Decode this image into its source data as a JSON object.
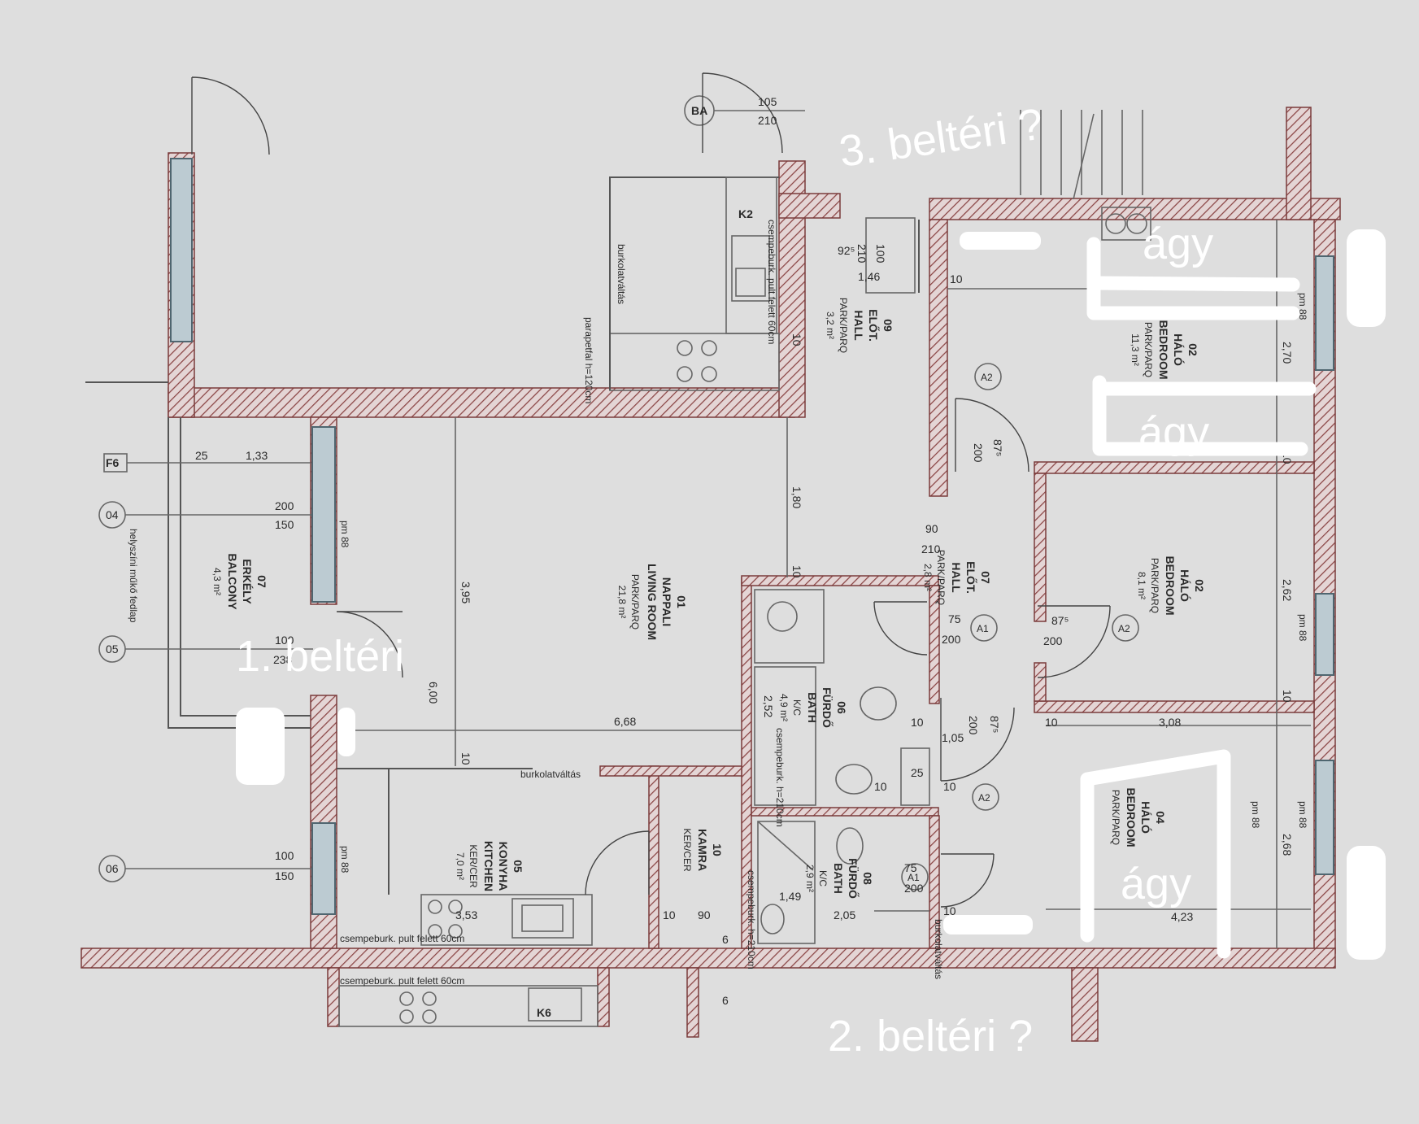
{
  "rooms": [
    {
      "num": "01",
      "name": "NAPPALI",
      "en": "LIVING ROOM",
      "floor": "PARK/PARQ",
      "area": "21,8 m²"
    },
    {
      "num": "02",
      "name": "HÁLÓ",
      "en": "BEDROOM",
      "floor": "PARK/PARQ",
      "area": "11,3 m²"
    },
    {
      "num": "02",
      "name": "HÁLÓ",
      "en": "BEDROOM",
      "floor": "PARK/PARQ",
      "area": "8,1 m²"
    },
    {
      "num": "04",
      "name": "HÁLÓ",
      "en": "BEDROOM",
      "floor": "PARK/PARQ",
      "area": ""
    },
    {
      "num": "05",
      "name": "KONYHA",
      "en": "KITCHEN",
      "floor": "KER/CER",
      "area": "7,0 m²"
    },
    {
      "num": "06",
      "name": "FÜRDŐ",
      "en": "BATH",
      "floor": "K/C",
      "area": "4,9 m²"
    },
    {
      "num": "07",
      "name": "ERKÉLY",
      "en": "BALCONY",
      "floor": "",
      "area": "4,3 m²"
    },
    {
      "num": "07",
      "name": "ELŐT.",
      "en": "HALL",
      "floor": "PARK/PARQ",
      "area": "2,8 m²"
    },
    {
      "num": "08",
      "name": "FÜRDŐ",
      "en": "BATH",
      "floor": "K/C",
      "area": "2,9 m²"
    },
    {
      "num": "09",
      "name": "ELŐT.",
      "en": "HALL",
      "floor": "PARK/PARQ",
      "area": "3,2 m²"
    },
    {
      "num": "10",
      "name": "KAMRA",
      "en": "",
      "floor": "KER/CER",
      "area": ""
    }
  ],
  "dimensions": [
    "105",
    "210",
    "100",
    "210",
    "92⁵",
    "1,46",
    "4,23",
    "2,70",
    "10",
    "10",
    "200",
    "87⁵",
    "1,80",
    "90",
    "210",
    "75",
    "200",
    "87⁵",
    "200",
    "2,62",
    "10",
    "1,33",
    "25",
    "200",
    "150",
    "100",
    "238",
    "3,95",
    "6,00",
    "6,68",
    "2,52",
    "10",
    "1,05",
    "200",
    "87⁵",
    "10",
    "3,08",
    "2,68",
    "4,23",
    "25",
    "10",
    "10",
    "3,53",
    "10",
    "90",
    "1,49",
    "2,05",
    "75",
    "200",
    "10",
    "100",
    "150",
    "10",
    "10",
    "10",
    "6",
    "6"
  ],
  "notes": {
    "tile_change_1": "burkolatváltás",
    "tile_change_2": "burkolatváltás",
    "tile_change_3": "burkolatváltás",
    "parapet": "parapetfal h=120cm",
    "counter_top": "csempeburk. pult felett 60cm",
    "counter_kitchen": "csempeburk. pult felett 60cm",
    "counter_k2": "csempeburk. pult felett 60cm",
    "balcony_note": "helyszíni műkő fedlap",
    "bath_tile": "csempeburk. h=210cm",
    "bath2_tile": "csempeburk. h=210cm",
    "pm88_1": "pm 88",
    "pm88_2": "pm 88",
    "pm88_3": "pm 88",
    "pm88_4": "pm 88",
    "pm88_5": "pm 88",
    "pm88_6": "pm 88"
  },
  "markers": {
    "ba": "BA",
    "f6": "F6",
    "o4": "04",
    "o5": "05",
    "o6": "06",
    "k2": "K2",
    "k6": "K6",
    "a1_1": "A1",
    "a1_2": "A1",
    "a2_1": "A2",
    "a2_2": "A2",
    "a2_3": "A2"
  },
  "overlay": {
    "label1": "1. beltéri",
    "label2": "2. beltéri ?",
    "label3": "3. beltéri ?",
    "bed1": "ágy",
    "bed2": "ágy",
    "bed3": "ágy"
  }
}
